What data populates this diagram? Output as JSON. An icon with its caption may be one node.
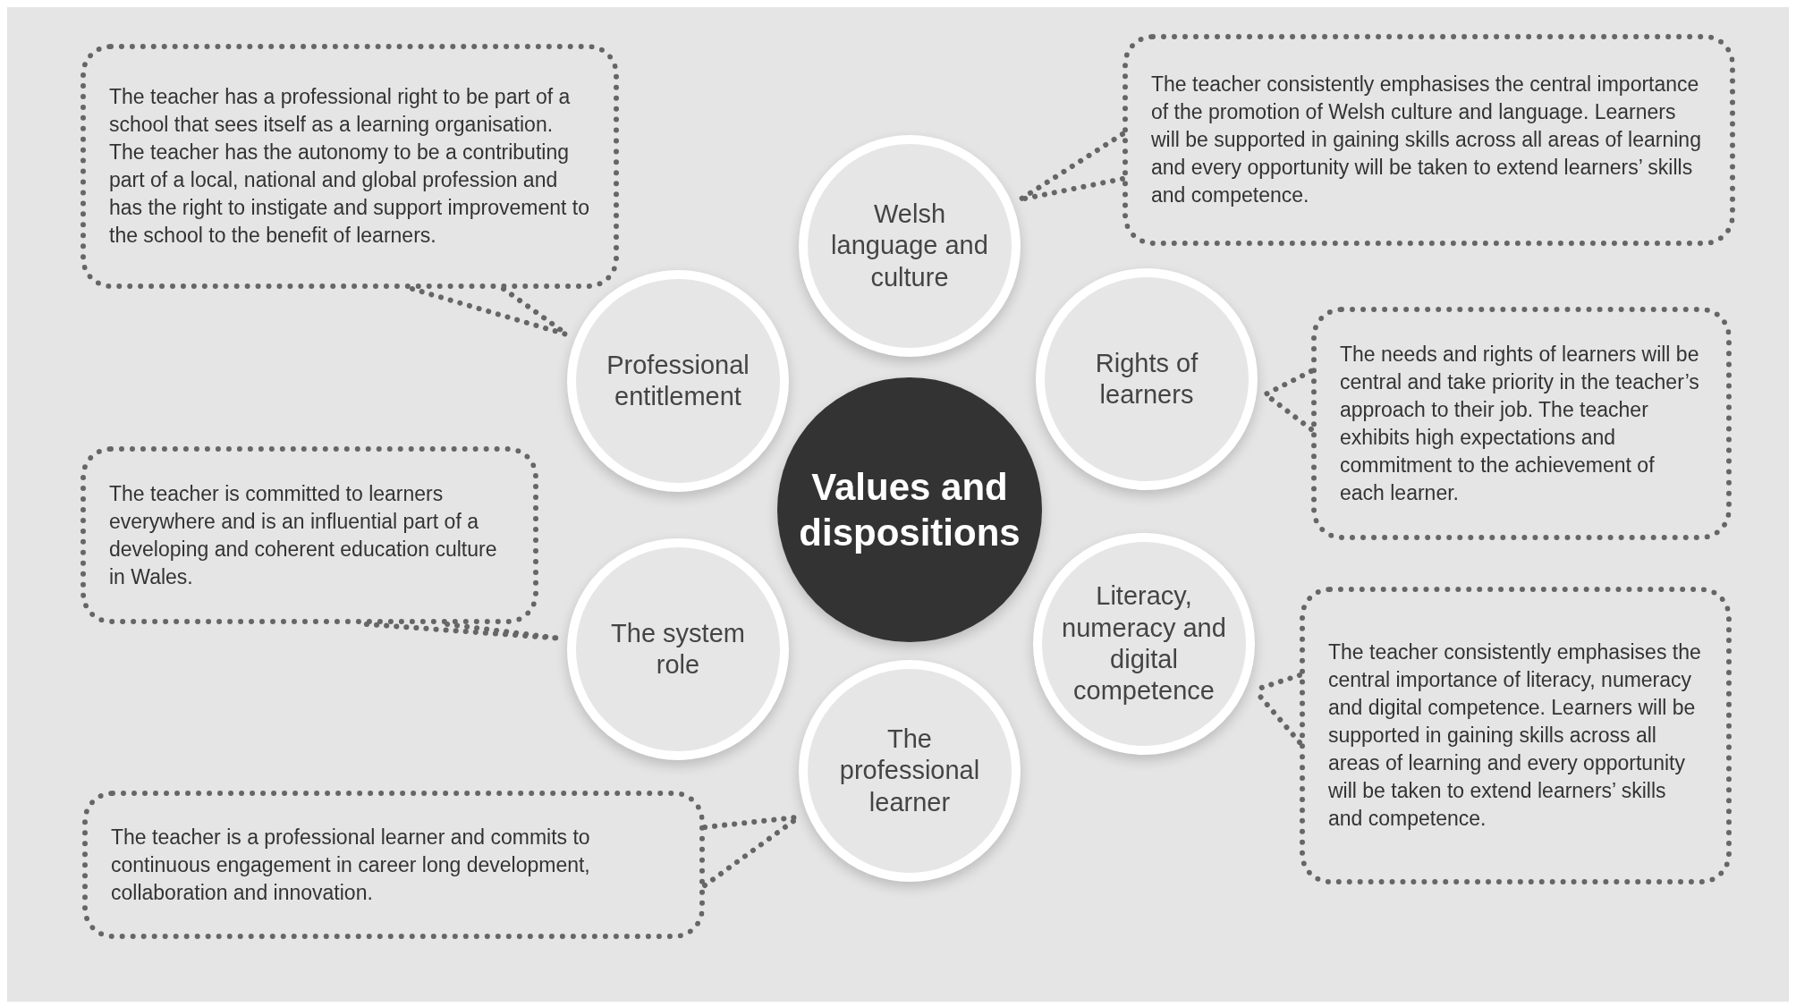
{
  "diagram": {
    "nodes": [
      {
        "text": [
          "Values and dispositions"
        ]
      },
      {
        "text": [
          "Welsh language and culture"
        ]
      },
      {
        "text": [
          "Professional entitlement"
        ]
      },
      {
        "text": [
          "Rights of learners"
        ]
      },
      {
        "text": [
          "The system role"
        ]
      },
      {
        "text": [
          "Literacy, numeracy and digital competence"
        ]
      },
      {
        "text": [
          "The professional learner"
        ]
      },
      {
        "text": [
          "The teacher has a professional right to be part of a school that sees itself as a learning organisation. The teacher has the autonomy to be a contributing part of a local, national and global profession and has the right to instigate and support improvement to the school to the benefit of learners."
        ]
      },
      {
        "text": [
          "The teacher consistently emphasises the central importance of the promotion of Welsh culture and language. Learners will be supported in gaining skills across all areas of learning and every opportunity will be taken to extend learners’ skills and competence."
        ]
      },
      {
        "text": [
          "The needs and rights of learners will be central and take priority in the teacher’s approach to their job. The teacher exhibits high expectations and commitment to the achievement of each learner."
        ]
      },
      {
        "text": [
          "The teacher is committed to learners everywhere and is an influential part of a developing and coherent education culture in Wales."
        ]
      },
      {
        "text": [
          "The teacher consistently emphasises the central importance of literacy, numeracy and digital competence. Learners will be supported in gaining skills across all areas of learning and every opportunity will be taken to extend learners’ skills and competence."
        ]
      },
      {
        "text": [
          "The teacher is a professional learner and commits to continuous engagement in career long development, collaboration and innovation."
        ]
      }
    ],
    "edges": [
      {
        "from": 7,
        "to": 2,
        "arrow": "none",
        "style": "dashed"
      },
      {
        "from": 8,
        "to": 1,
        "arrow": "none",
        "style": "dashed"
      },
      {
        "from": 9,
        "to": 3,
        "arrow": "none",
        "style": "dashed"
      },
      {
        "from": 10,
        "to": 4,
        "arrow": "none",
        "style": "dashed"
      },
      {
        "from": 11,
        "to": 5,
        "arrow": "none",
        "style": "dashed"
      },
      {
        "from": 12,
        "to": 6,
        "arrow": "none",
        "style": "dashed"
      }
    ]
  }
}
